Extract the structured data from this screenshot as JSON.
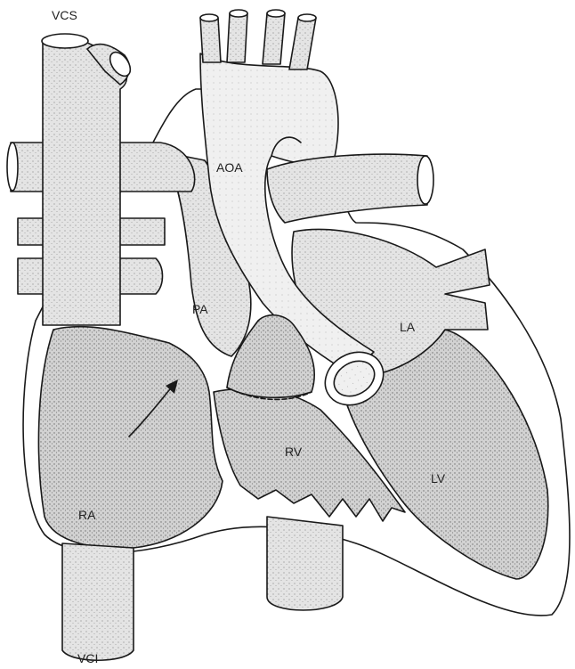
{
  "labels": {
    "vcs": "VCS",
    "aoa": "AOA",
    "pa": "PA",
    "la": "LA",
    "rv": "RV",
    "lv": "LV",
    "ra": "RA",
    "vci": "VCI"
  },
  "colors": {
    "ink": "#1a1a1a",
    "paper": "#ffffff"
  }
}
